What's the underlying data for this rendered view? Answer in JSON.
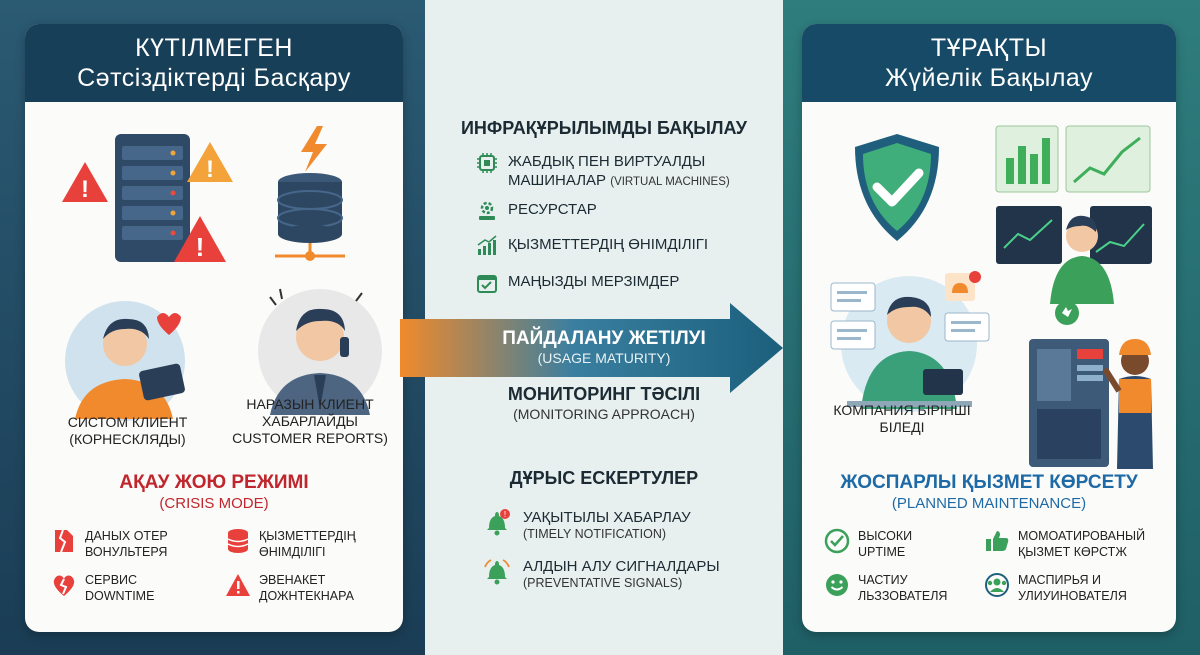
{
  "colors": {
    "left_bg": "#1f4a63",
    "mid_bg": "#e7f0ef",
    "right_bg": "#2a7373",
    "crisis_red": "#c0262d",
    "planned_blue": "#1e6aa6",
    "arrow_start": "#f08a2c",
    "arrow_end": "#1b5f7d"
  },
  "left": {
    "title_line1": "КҮТІЛМЕГЕН",
    "title_line2": "Сәтсіздіктерді Басқару",
    "client1_line1": "СИСТОМ КЛИЕНТ",
    "client1_line2": "(КОРНЕСКЛЯДЫ)",
    "client2_line1": "НАРАЗЫН КЛИЕНТ",
    "client2_line2": "ХАБАРЛАЙДЫ",
    "client2_line3": "CUSTOMER REPORTS)",
    "mode_title": "АҚАУ ЖОЮ РЕЖИМІ",
    "mode_sub": "(CRISIS MODE)",
    "items": [
      {
        "icon": "broken-file-icon",
        "line1": "ДАНЫХ ОТЕР",
        "line2": "ВОНУЛЬТЕРЯ"
      },
      {
        "icon": "database-icon",
        "line1": "ҚЫЗМЕТТЕРДІҢ",
        "line2": "ӨНІМДІЛІГІ"
      },
      {
        "icon": "broken-heart-icon",
        "line1": "СЕРВИС",
        "line2": "DOWNTIME"
      },
      {
        "icon": "warning-icon",
        "line1": "ЭВЕНАКЕТ",
        "line2": "ДОЖНТЕКНАРА"
      }
    ]
  },
  "middle": {
    "infra_title": "ИНФРАҚҰРЫЛЫМДЫ БАҚЫЛАУ",
    "infra_items": [
      {
        "icon": "chip-icon",
        "line1": "ЖАБДЫҚ ПЕН ВИРТУАЛДЫ",
        "line2": "МАШИНАЛАР",
        "small": "(VIRTUAL MACHINES)"
      },
      {
        "icon": "gears-icon",
        "line1": "РЕСУРСТАР",
        "line2": "",
        "small": ""
      },
      {
        "icon": "growth-chart-icon",
        "line1": "ҚЫЗМЕТТЕРДІҢ ӨНІМДІЛІГІ",
        "line2": "",
        "small": ""
      },
      {
        "icon": "calendar-check-icon",
        "line1": "МАҢЫЗДЫ МЕРЗІМДЕР",
        "line2": "",
        "small": ""
      }
    ],
    "arrow_title": "ПАЙДАЛАНУ ЖЕТІЛУІ",
    "arrow_sub": "(USAGE MATURITY)",
    "approach_title": "МОНИТОРИНГ ТӘСІЛІ",
    "approach_sub": "(MONITORING APPROACH)",
    "alerts_title": "ДҰРЫС ЕСКЕРТУЛЕР",
    "alerts": [
      {
        "icon": "bell-alert-icon",
        "line1": "УАҚЫТЫЛЫ ХАБАРЛАУ",
        "line2": "(TIMELY NOTIFICATION)"
      },
      {
        "icon": "bell-icon",
        "line1": "АЛДЫН АЛУ СИГНАЛДАРЫ",
        "line2": "(PREVENTATIVE SIGNALS)"
      }
    ]
  },
  "right": {
    "title_line1": "ТҰРАҚТЫ",
    "title_line2": "Жүйелік Бақылау",
    "company_line1": "КОМПАНИЯ БІРІНШІ",
    "company_line2": "БІЛЕДІ",
    "mode_title": "ЖОСПАРЛЫ ҚЫЗМЕТ КӨРСЕТУ",
    "mode_sub": "(PLANNED MAINTENANCE)",
    "items": [
      {
        "icon": "check-circle-icon",
        "line1": "ВЫСОКИ",
        "line2": "UPTIME"
      },
      {
        "icon": "thumbs-up-icon",
        "line1": "МОМОАТИРОВАНЫЙ",
        "line2": "ҚЫЗМЕТ КӨРСТЖ"
      },
      {
        "icon": "smile-icon",
        "line1": "ЧАСТИУ",
        "line2": "ЛЬЗЗОВАТЕЛЯ"
      },
      {
        "icon": "users-globe-icon",
        "line1": "МАСПИРЬЯ И",
        "line2": "УЛИУИНОВАТЕЛЯ"
      }
    ]
  }
}
